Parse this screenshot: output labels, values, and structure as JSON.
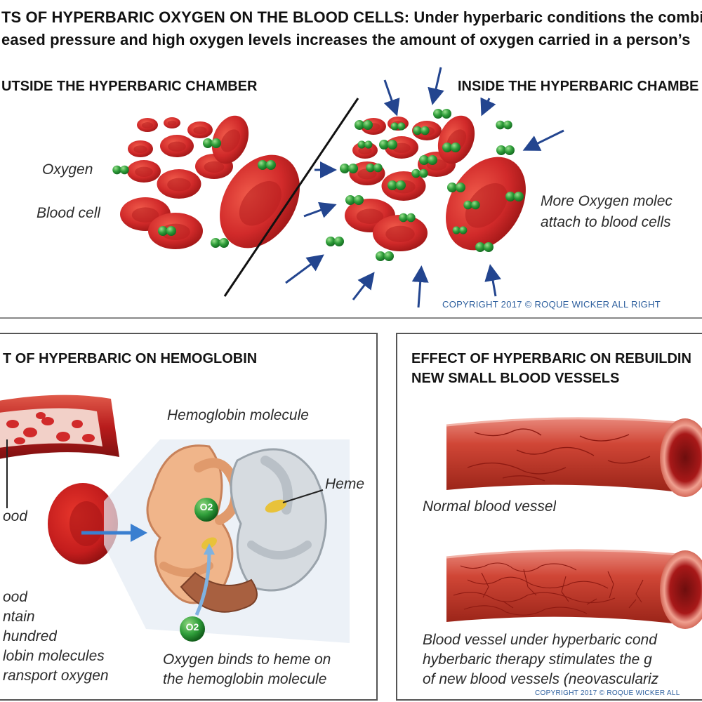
{
  "header": {
    "line1": "TS OF HYPERBARIC OXYGEN ON THE BLOOD CELLS: Under hyperbaric conditions the combi",
    "line2": "eased pressure and high oxygen levels increases the amount of oxygen carried in a person’s"
  },
  "top_section": {
    "outside_title": "UTSIDE THE HYPERBARIC CHAMBER",
    "inside_title": "INSIDE THE HYPERBARIC CHAMBE",
    "label_oxygen": "Oxygen",
    "label_blood_cell": "Blood cell",
    "more_oxygen_line1": "More Oxygen molec",
    "more_oxygen_line2": "attach to blood cells",
    "copyright": "COPYRIGHT 2017 © ROQUE WICKER ALL RIGHT"
  },
  "hemoglobin_panel": {
    "title": "T OF HYPERBARIC ON HEMOGLOBIN",
    "label_molecule": "Hemoglobin molecule",
    "label_heme": "Heme",
    "label_blood_fragment": "ood",
    "o2_symbol": "O2",
    "left_text": [
      "ood",
      "ntain",
      "hundred",
      "lobin molecules",
      "ransport oxygen"
    ],
    "binds_line1": "Oxygen binds to heme on",
    "binds_line2": "the hemoglobin molecule"
  },
  "vessel_panel": {
    "title_line1": "EFFECT OF HYPERBARIC ON REBUILDIN",
    "title_line2": "NEW SMALL BLOOD VESSELS",
    "label_normal": "Normal blood vessel",
    "caption_line1": "Blood vessel under hyperbaric cond",
    "caption_line2": "hyberbaric therapy stimulates the g",
    "caption_line3": "of new blood vessels (neovasculariz",
    "copyright_bottom": "COPYRIGHT 2017 © ROQUE WICKER ALL"
  },
  "colors": {
    "cell_red": "#d12a2a",
    "cell_dark": "#a51818",
    "oxygen_green": "#2f9e3a",
    "arrow_blue": "#23458f",
    "copyright_blue": "#2d5f9e"
  },
  "icons": [
    "red-blood-cell-icon",
    "oxygen-molecule-icon",
    "pressure-arrow-icon",
    "o2-badge-icon"
  ]
}
